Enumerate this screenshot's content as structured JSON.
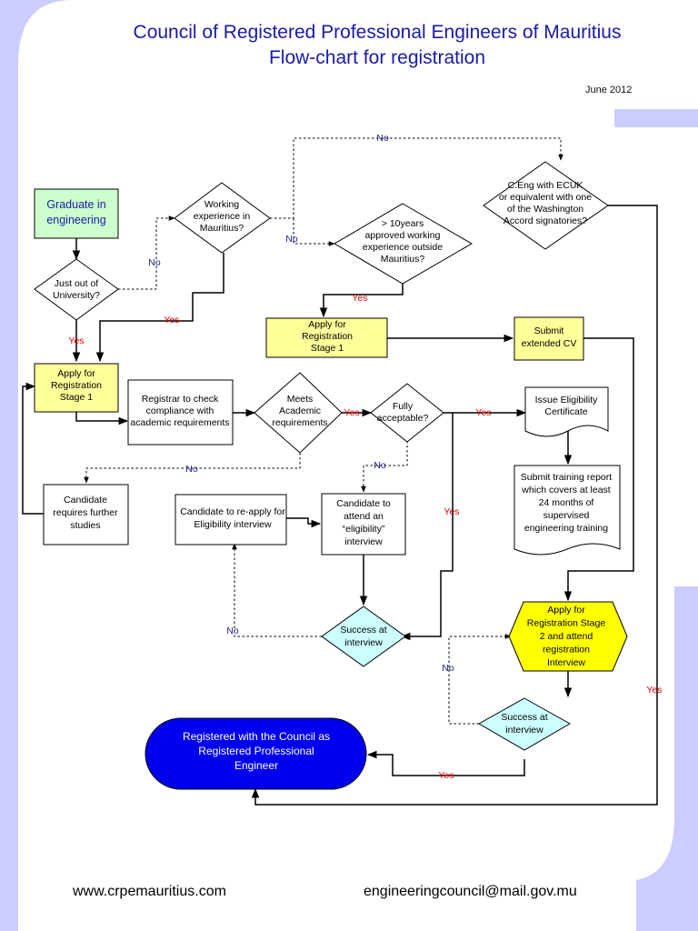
{
  "header": {
    "title": "Council of Registered Professional Engineers of Mauritius",
    "subtitle": "Flow-chart for registration",
    "date": "June 2012"
  },
  "footer": {
    "website": "www.crpemauritius.com",
    "email": "engineeringcouncil@mail.gov.mu"
  },
  "nodes": {
    "graduate": [
      "Graduate in",
      "engineering"
    ],
    "just_out": [
      "Just out of",
      "University?"
    ],
    "working_exp": [
      "Working",
      "experience in",
      "Mauritius?"
    ],
    "ten_years": [
      "> 10years",
      "approved working",
      "experience outside",
      "Mauritius?"
    ],
    "ceng": [
      "C.Eng with ECUK",
      "or equivalent with one",
      "of the Washington",
      "Accord signatories?"
    ],
    "apply_stage1_a": [
      "Apply for",
      "Registration",
      "Stage 1"
    ],
    "apply_stage1_b": [
      "Apply for",
      "Registration",
      "Stage 1"
    ],
    "submit_cv": [
      "Submit",
      "extended CV"
    ],
    "registrar_check": [
      "Registrar to check",
      "compliance with",
      "academic requirements"
    ],
    "meets_academic": [
      "Meets",
      "Academic",
      "requirements"
    ],
    "fully_acceptable": [
      "Fully",
      "acceptable?"
    ],
    "issue_certificate": [
      "Issue Eligibility",
      "Certificate"
    ],
    "candidate_further": [
      "Candidate",
      "requires further",
      "studies"
    ],
    "reapply": [
      "Candidate to re-apply for",
      "Eligibility interview"
    ],
    "attend_interview": [
      "Candidate to",
      "attend an",
      "“eligibility”",
      "interview"
    ],
    "training_report": [
      "Submit training report",
      "which covers at least",
      "24 months of",
      "supervised",
      "engineering training"
    ],
    "success_interview_1": [
      "Success at",
      "interview"
    ],
    "apply_stage2": [
      "Apply for",
      "Registration Stage",
      "2 and attend",
      "registration",
      "Interview"
    ],
    "success_interview_2": [
      "Success at",
      "interview"
    ],
    "registered": [
      "Registered with the Council as",
      "Registered Professional",
      "Engineer"
    ]
  },
  "edge_labels": {
    "yes": "Yes",
    "no": "No"
  },
  "colors": {
    "title_blue": "#1a1aa8",
    "yellow_box": "#ffff99",
    "green_box": "#ccffcc",
    "cyan_diamond": "#ccffff",
    "final_blue": "#0000ee",
    "frame_lavender": "#ccccff",
    "yes_red": "#dd0000",
    "no_blue": "#222288"
  }
}
